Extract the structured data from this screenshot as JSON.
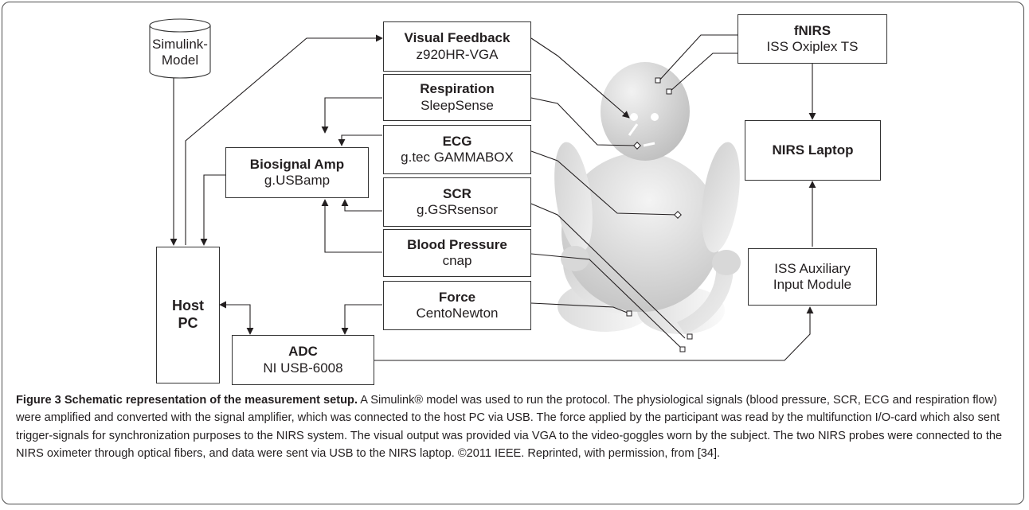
{
  "diagram": {
    "simulink": {
      "line1": "Simulink-",
      "line2": "Model"
    },
    "visual_feedback": {
      "title": "Visual Feedback",
      "sub": "z920HR-VGA"
    },
    "respiration": {
      "title": "Respiration",
      "sub": "SleepSense"
    },
    "ecg": {
      "title": "ECG",
      "sub": "g.tec GAMMABOX"
    },
    "biosignal_amp": {
      "title": "Biosignal Amp",
      "sub": "g.USBamp"
    },
    "scr": {
      "title": "SCR",
      "sub": "g.GSRsensor"
    },
    "blood_pressure": {
      "title": "Blood Pressure",
      "sub": "cnap"
    },
    "force": {
      "title": "Force",
      "sub": "CentoNewton"
    },
    "host_pc": {
      "line1": "Host",
      "line2": "PC"
    },
    "adc": {
      "title": "ADC",
      "sub": "NI USB-6008"
    },
    "fnirs": {
      "title": "fNIRS",
      "sub": "ISS Oxiplex TS"
    },
    "nirs_laptop": {
      "title": "NIRS Laptop"
    },
    "iss_aux": {
      "line1": "ISS Auxiliary",
      "line2": "Input Module"
    }
  },
  "caption": {
    "label": "Figure 3 Schematic representation of the measurement setup.",
    "text": " A Simulink® model was used to run the protocol. The physiological signals (blood pressure, SCR, ECG and respiration flow) were amplified and converted with the signal amplifier, which was connected to the host PC via USB. The force applied by the participant was read by the multifunction I/O-card which also sent trigger-signals for synchronization purposes to the NIRS system. The visual output was provided via VGA to the video-goggles worn by the subject. The two NIRS probes were connected to the NIRS oximeter through optical fibers, and data were sent via USB to the NIRS laptop. ©2011 IEEE. Reprinted, with permission, from [34]."
  },
  "colors": {
    "line": "#231f20",
    "figure_light": "#f0f0f0",
    "figure_dark": "#bdbdbd"
  }
}
